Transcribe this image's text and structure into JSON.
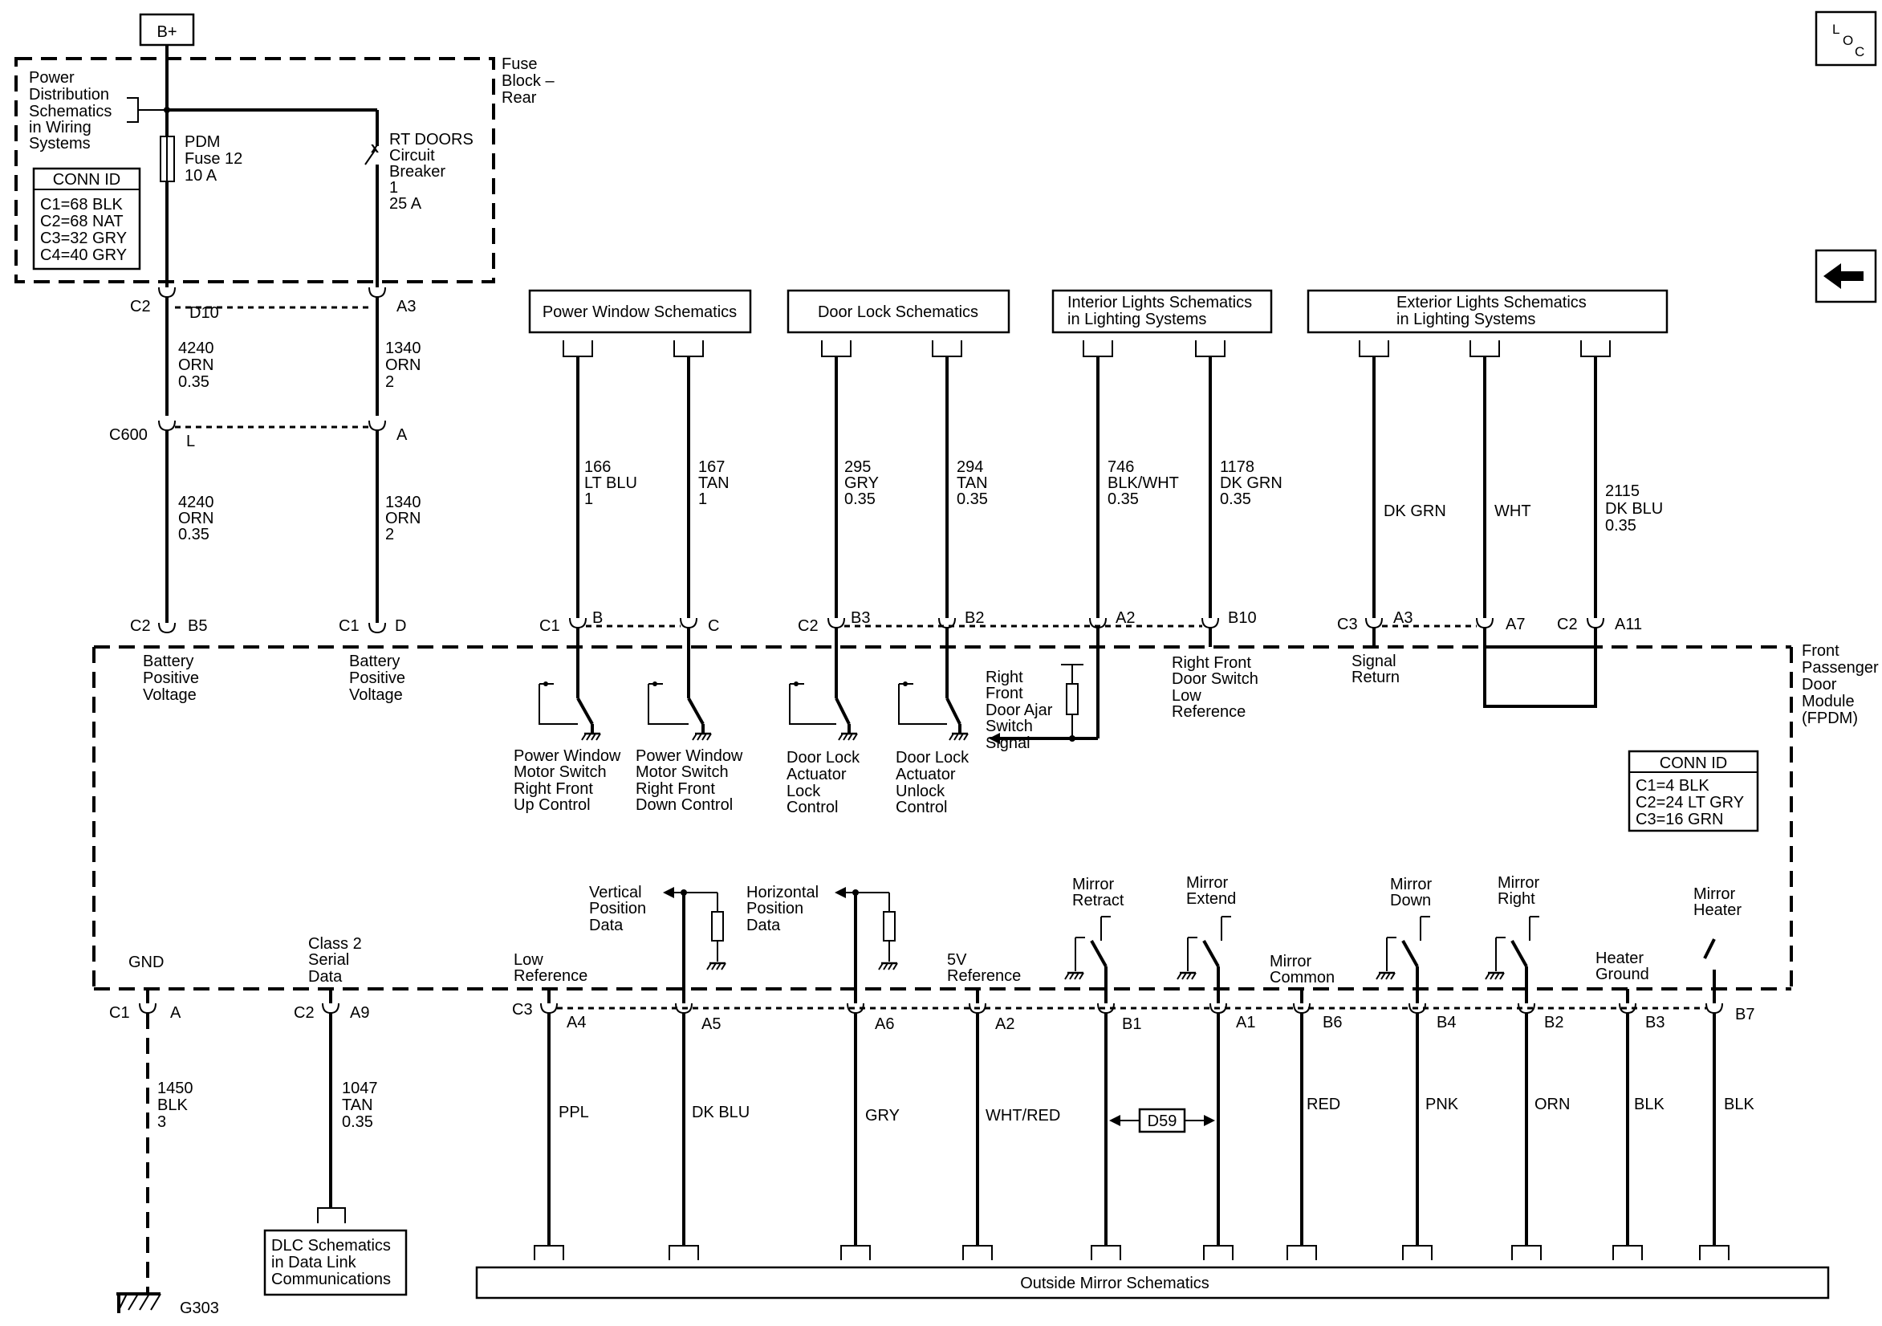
{
  "battery": "B+",
  "loc": {
    "l": "L",
    "o": "O",
    "c": "C"
  },
  "fuse_block_label": [
    "Fuse",
    "Block –",
    "Rear"
  ],
  "power_dist_label": [
    "Power",
    "Distribution",
    "Schematics",
    "in Wiring",
    "Systems"
  ],
  "fuse_block_conn": {
    "title": "CONN ID",
    "lines": [
      "C1=68 BLK",
      "C2=68 NAT",
      "C3=32 GRY",
      "C4=40 GRY"
    ]
  },
  "pdm_fuse": [
    "PDM",
    "Fuse 12",
    "10 A"
  ],
  "rt_doors_breaker": [
    "RT DOORS",
    "Circuit",
    "Breaker",
    "1",
    "25 A"
  ],
  "upper_connectors": {
    "c2": "C2",
    "d10": "D10",
    "a3": "A3",
    "c600": "C600",
    "l": "L",
    "a": "A",
    "wire_left_1": [
      "4240",
      "ORN",
      "0.35"
    ],
    "wire_right_1": [
      "1340",
      "ORN",
      "2"
    ],
    "wire_left_2": [
      "4240",
      "ORN",
      "0.35"
    ],
    "wire_right_2": [
      "1340",
      "ORN",
      "2"
    ]
  },
  "top_boxes": {
    "power_window": "Power Window Schematics",
    "door_lock": "Door Lock Schematics",
    "interior_lights": [
      "Interior Lights Schematics",
      "in Lighting Systems"
    ],
    "exterior_lights": [
      "Exterior Lights Schematics",
      "in Lighting Systems"
    ]
  },
  "top_wires": [
    [
      "166",
      "LT BLU",
      "1"
    ],
    [
      "167",
      "TAN",
      "1"
    ],
    [
      "295",
      "GRY",
      "0.35"
    ],
    [
      "294",
      "TAN",
      "0.35"
    ],
    [
      "746",
      "BLK/WHT",
      "0.35"
    ],
    [
      "1178",
      "DK GRN",
      "0.35"
    ],
    [
      "DK GRN"
    ],
    [
      "WHT"
    ],
    [
      "2115",
      "DK BLU",
      "0.35"
    ]
  ],
  "module_top_pins": {
    "c2": "C2",
    "b5": "B5",
    "c1a": "C1",
    "d": "D",
    "c1b": "C1",
    "b": "B",
    "c": "C",
    "c2b": "C2",
    "b3": "B3",
    "b2": "B2",
    "a2": "A2",
    "b10": "B10",
    "c3": "C3",
    "a3": "A3",
    "a7": "A7",
    "c2c": "C2",
    "a11": "A11"
  },
  "module_labels": {
    "battery_1": [
      "Battery",
      "Positive",
      "Voltage"
    ],
    "battery_2": [
      "Battery",
      "Positive",
      "Voltage"
    ],
    "pw_up": [
      "Power Window",
      "Motor Switch",
      "Right Front",
      "Up Control"
    ],
    "pw_down": [
      "Power Window",
      "Motor Switch",
      "Right Front",
      "Down Control"
    ],
    "dl_lock": [
      "Door Lock",
      "Actuator",
      "Lock",
      "Control"
    ],
    "dl_unlock": [
      "Door Lock",
      "Actuator",
      "Unlock",
      "Control"
    ],
    "door_ajar": [
      "Right",
      "Front",
      "Door Ajar",
      "Switch",
      "Signal"
    ],
    "door_low_ref": [
      "Right Front",
      "Door Switch",
      "Low",
      "Reference"
    ],
    "signal_return": [
      "Signal",
      "Return"
    ],
    "module_name": [
      "Front",
      "Passenger",
      "Door",
      "Module",
      "(FPDM)"
    ]
  },
  "module_conn": {
    "title": "CONN ID",
    "lines": [
      "C1=4 BLK",
      "C2=24 LT GRY",
      "C3=16 GRN"
    ]
  },
  "bottom_labels": {
    "gnd": "GND",
    "class2": [
      "Class 2",
      "Serial",
      "Data"
    ],
    "low_ref": [
      "Low",
      "Reference"
    ],
    "vertical": [
      "Vertical",
      "Position",
      "Data"
    ],
    "horizontal": [
      "Horizontal",
      "Position",
      "Data"
    ],
    "five_v": [
      "5V",
      "Reference"
    ],
    "mirror_retract": [
      "Mirror",
      "Retract"
    ],
    "mirror_extend": [
      "Mirror",
      "Extend"
    ],
    "mirror_common": [
      "Mirror",
      "Common"
    ],
    "mirror_down": [
      "Mirror",
      "Down"
    ],
    "mirror_right": [
      "Mirror",
      "Right"
    ],
    "heater_ground": [
      "Heater",
      "Ground"
    ],
    "mirror_heater": [
      "Mirror",
      "Heater"
    ]
  },
  "bottom_pins": {
    "c1": "C1",
    "a": "A",
    "c2": "C2",
    "a9": "A9",
    "c3": "C3",
    "a4": "A4",
    "a5": "A5",
    "a6": "A6",
    "a2": "A2",
    "b1": "B1",
    "a1": "A1",
    "b6": "B6",
    "b4": "B4",
    "b2": "B2",
    "b3": "B3",
    "b7": "B7"
  },
  "bottom_wires": {
    "gnd": [
      "1450",
      "BLK",
      "3"
    ],
    "class2": [
      "1047",
      "TAN",
      "0.35"
    ],
    "colors": [
      "PPL",
      "DK BLU",
      "GRY",
      "WHT/RED",
      "RED",
      "PNK",
      "ORN",
      "BLK",
      "BLK"
    ],
    "d59": "D59"
  },
  "bottom_boxes": {
    "dlc": [
      "DLC Schematics",
      "in Data Link",
      "Communications"
    ],
    "outside_mirror": "Outside Mirror Schematics"
  },
  "ground": "G303"
}
